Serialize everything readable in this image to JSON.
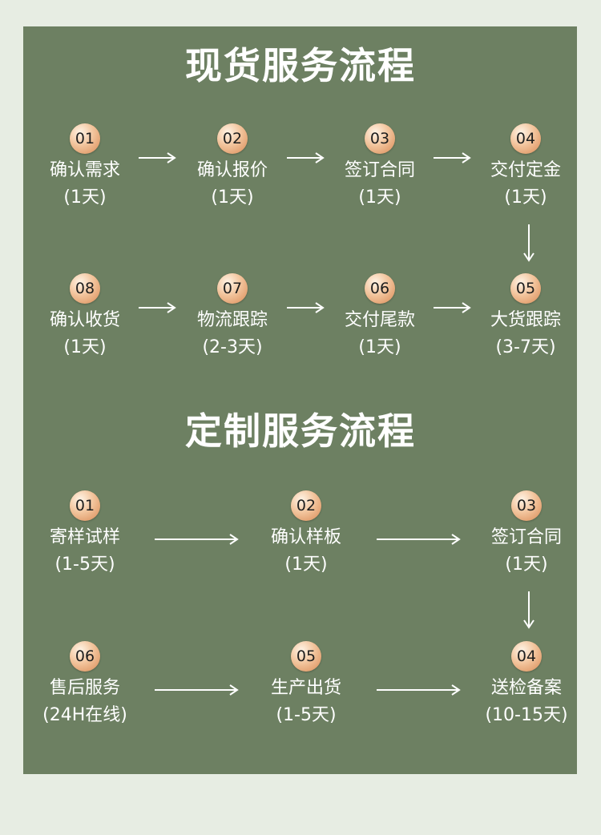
{
  "spot": {
    "title": "现货服务流程",
    "steps": [
      {
        "num": "01",
        "label": "确认需求",
        "dur": "(1天)"
      },
      {
        "num": "02",
        "label": "确认报价",
        "dur": "(1天)"
      },
      {
        "num": "03",
        "label": "签订合同",
        "dur": "(1天)"
      },
      {
        "num": "04",
        "label": "交付定金",
        "dur": "(1天)"
      },
      {
        "num": "05",
        "label": "大货跟踪",
        "dur": "(3-7天)"
      },
      {
        "num": "06",
        "label": "交付尾款",
        "dur": "(1天)"
      },
      {
        "num": "07",
        "label": "物流跟踪",
        "dur": "(2-3天)"
      },
      {
        "num": "08",
        "label": "确认收货",
        "dur": "(1天)"
      }
    ]
  },
  "custom": {
    "title": "定制服务流程",
    "steps": [
      {
        "num": "01",
        "label": "寄样试样",
        "dur": "(1-5天)"
      },
      {
        "num": "02",
        "label": "确认样板",
        "dur": "(1天)"
      },
      {
        "num": "03",
        "label": "签订合同",
        "dur": "(1天)"
      },
      {
        "num": "04",
        "label": "送检备案",
        "dur": "(10-15天)"
      },
      {
        "num": "05",
        "label": "生产出货",
        "dur": "(1-5天)"
      },
      {
        "num": "06",
        "label": "售后服务",
        "dur": "(24H在线)"
      }
    ]
  },
  "colors": {
    "panel": "#6d8062",
    "background": "#e7ede3",
    "badge": "#e9ab7c",
    "text": "#ffffff"
  }
}
